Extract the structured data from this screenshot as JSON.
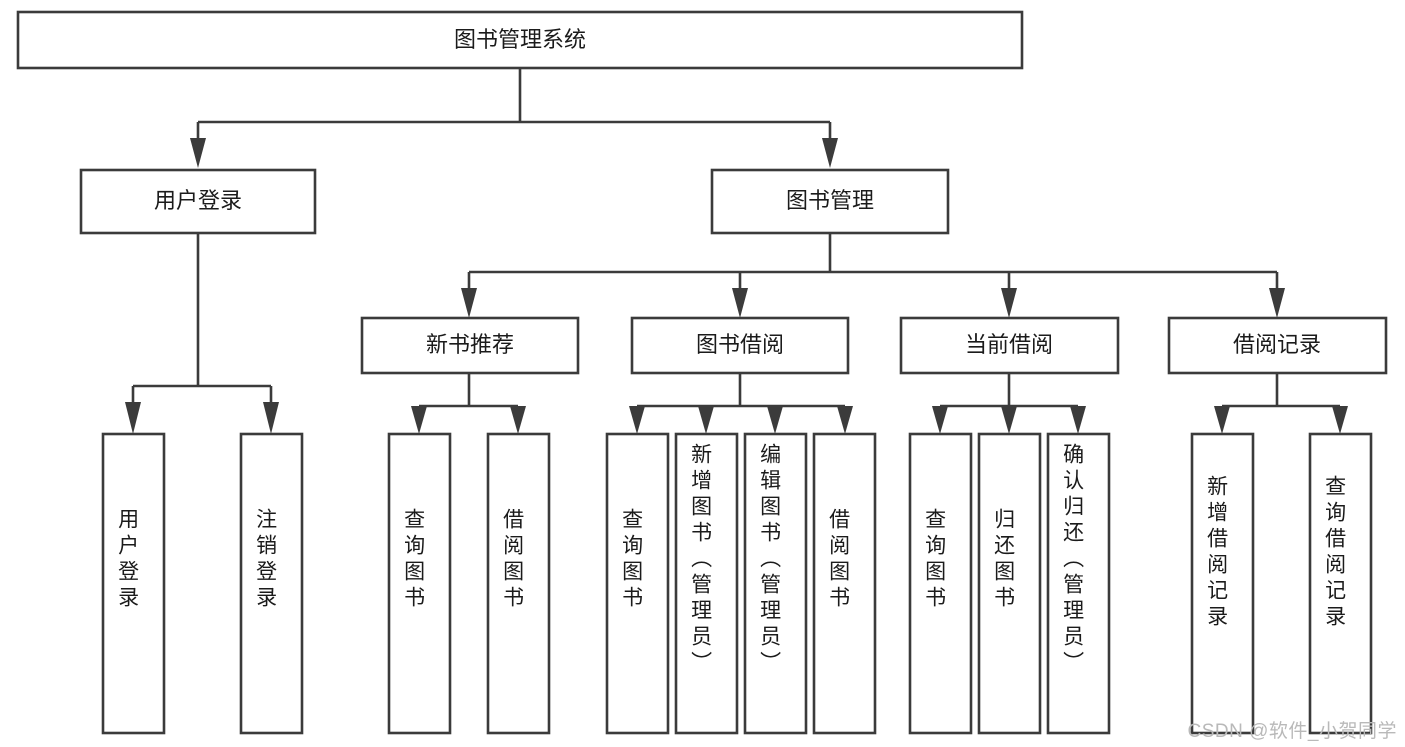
{
  "diagram": {
    "type": "tree",
    "title": "图书管理系统",
    "root": {
      "id": "root",
      "label": "图书管理系统",
      "orientation": "horizontal"
    },
    "level2": [
      {
        "id": "user-login",
        "label": "用户登录",
        "orientation": "horizontal"
      },
      {
        "id": "book-manage",
        "label": "图书管理",
        "orientation": "horizontal"
      }
    ],
    "level3": [
      {
        "id": "new-book-rec",
        "label": "新书推荐",
        "orientation": "horizontal",
        "parent": "book-manage"
      },
      {
        "id": "book-borrow",
        "label": "图书借阅",
        "orientation": "horizontal",
        "parent": "book-manage"
      },
      {
        "id": "current-borrow",
        "label": "当前借阅",
        "orientation": "horizontal",
        "parent": "book-manage"
      },
      {
        "id": "borrow-record",
        "label": "借阅记录",
        "orientation": "horizontal",
        "parent": "book-manage"
      }
    ],
    "leaves": {
      "user_login": [
        {
          "id": "leaf-user-login",
          "label": "用户登录"
        },
        {
          "id": "leaf-logout",
          "label": "注销登录"
        }
      ],
      "new_book_rec": [
        {
          "id": "leaf-query-book-1",
          "label": "查询图书"
        },
        {
          "id": "leaf-borrow-book-1",
          "label": "借阅图书"
        }
      ],
      "book_borrow": [
        {
          "id": "leaf-query-book-2",
          "label": "查询图书"
        },
        {
          "id": "leaf-add-book",
          "label": "新增图书（管理员）"
        },
        {
          "id": "leaf-edit-book",
          "label": "编辑图书（管理员）"
        },
        {
          "id": "leaf-borrow-book-2",
          "label": "借阅图书"
        }
      ],
      "current_borrow": [
        {
          "id": "leaf-query-book-3",
          "label": "查询图书"
        },
        {
          "id": "leaf-return-book",
          "label": "归还图书"
        },
        {
          "id": "leaf-confirm-return",
          "label": "确认归还（管理员）"
        }
      ],
      "borrow_record": [
        {
          "id": "leaf-add-record",
          "label": "新增借阅记录"
        },
        {
          "id": "leaf-query-record",
          "label": "查询借阅记录"
        }
      ]
    },
    "colors": {
      "box_stroke": "#3b3b3b",
      "box_fill": "#ffffff",
      "text": "#1b1b1b",
      "connector": "#3b3b3b",
      "background": "#ffffff",
      "watermark": "#b9b9b9"
    }
  },
  "watermark": {
    "text": "CSDN @软件_小贺同学"
  }
}
